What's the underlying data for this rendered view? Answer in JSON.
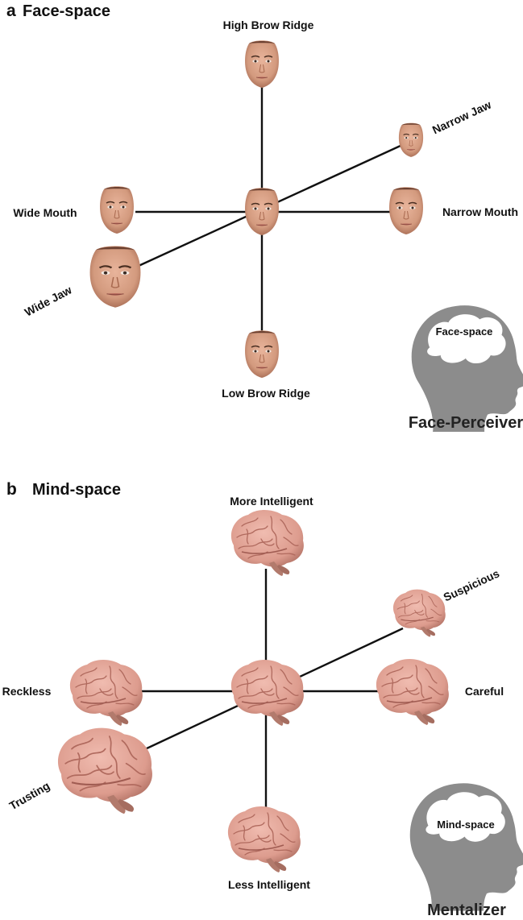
{
  "panel_a": {
    "letter": "a",
    "title": "Face-space",
    "labels": {
      "top": "High Brow Ridge",
      "bottom": "Low Brow Ridge",
      "left": "Wide Mouth",
      "right": "Narrow Mouth",
      "upper_diag": "Narrow Jaw",
      "lower_diag": "Wide Jaw"
    },
    "head": {
      "inner_label": "Face-space",
      "caption": "Face-Perceiver"
    }
  },
  "panel_b": {
    "letter": "b",
    "title": "Mind-space",
    "labels": {
      "top": "More Intelligent",
      "bottom": "Less Intelligent",
      "left": "Reckless",
      "right": "Careful",
      "upper_diag": "Suspicious",
      "lower_diag": "Trusting"
    },
    "head": {
      "inner_label": "Mind-space",
      "caption": "Mentalizer"
    }
  },
  "colors": {
    "skin": "#d9a185",
    "skin_shadow": "#b07258",
    "brain": "#e4a79a",
    "brain_fold": "#b86e62",
    "head_silhouette": "#8c8c8c"
  }
}
